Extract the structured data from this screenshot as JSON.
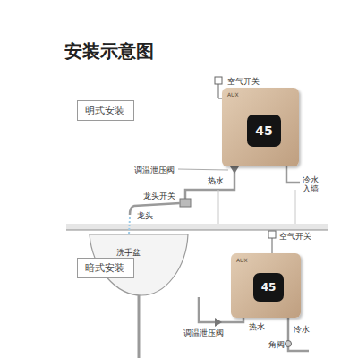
{
  "diagram": {
    "title": "安装示意图",
    "nodes": [
      {
        "text": [
          "AUX",
          "45"
        ]
      },
      {
        "text": [
          "明式安装"
        ]
      },
      {
        "text": [
          "暗式安装"
        ]
      },
      {
        "text": [
          "AUX",
          "45"
        ]
      }
    ],
    "labels": [
      "空气开关",
      "冷水 入墙",
      "调温泄压阀",
      "热水",
      "龙头开关",
      "龙头",
      "洗手盆",
      "空气开关",
      "调温泄压阀",
      "热水",
      "冷水",
      "角阀"
    ]
  }
}
